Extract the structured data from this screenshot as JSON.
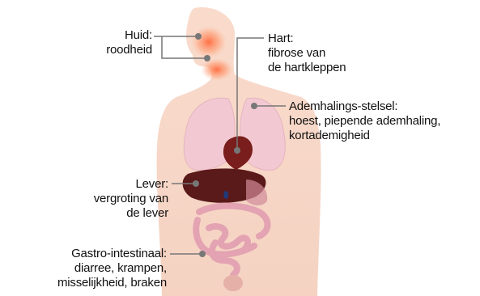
{
  "labels": {
    "skin": {
      "title": "Huid:",
      "desc": "roodheid"
    },
    "heart": {
      "title": "Hart:",
      "desc1": "fibrose van",
      "desc2": "de hartkleppen"
    },
    "respiratory": {
      "title": "Ademhalings-stelsel:",
      "desc1": "hoest, piepende ademhaling,",
      "desc2": "kortademigheid"
    },
    "liver": {
      "title": "Lever:",
      "desc1": "vergroting van",
      "desc2": "de lever"
    },
    "gi": {
      "title": "Gastro-intestinaal:",
      "desc1": "diarree, krampen,",
      "desc2": "misselijkheid, braken"
    }
  },
  "colors": {
    "skin": "#f6d2c2",
    "lungs": "#f2c9d2",
    "liver": "#5a1a1a",
    "intestine": "#e3a3b2",
    "redness": "#ff8a5c",
    "leader": "#777777"
  }
}
